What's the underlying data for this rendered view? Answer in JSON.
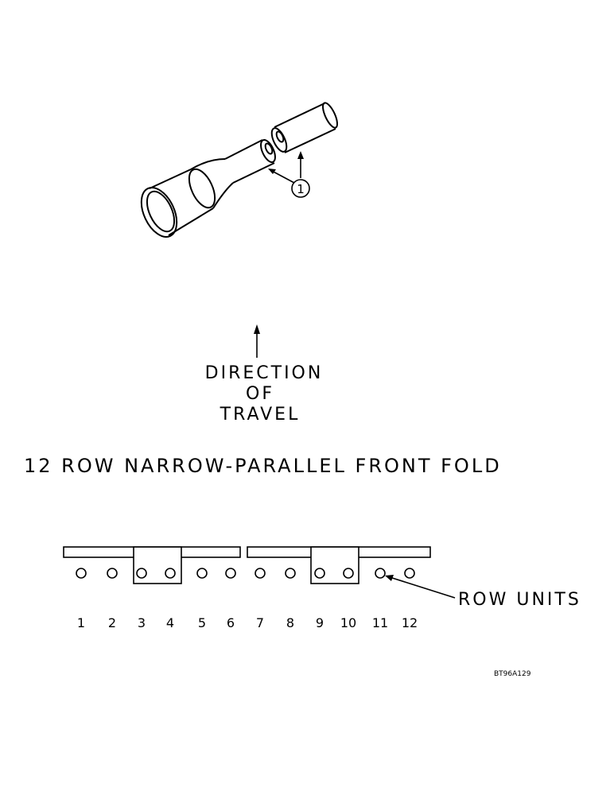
{
  "callout": {
    "number": "1"
  },
  "direction": {
    "line1": "DIRECTION",
    "line2": "OF",
    "line3": "TRAVEL"
  },
  "title": "12 ROW NARROW-PARALLEL FRONT FOLD",
  "row_units_label": "ROW UNITS",
  "row_numbers": [
    "1",
    "2",
    "3",
    "4",
    "5",
    "6",
    "7",
    "8",
    "9",
    "10",
    "11",
    "12"
  ],
  "figure_code": "BT96A129"
}
